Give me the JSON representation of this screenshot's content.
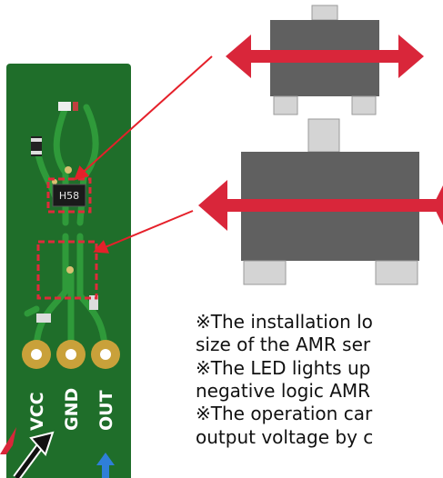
{
  "board": {
    "chip_marking": "H58",
    "pins": [
      "VCC",
      "GND",
      "OUT"
    ],
    "pcb_color": "#1f6e2a",
    "trace_color": "#2f9a3a",
    "pad_color": "#c9a13a"
  },
  "notes": [
    "※The installation lo",
    "size of the AMR ser",
    "※The LED lights up",
    "negative logic AMR",
    "※The operation car",
    "output voltage by c"
  ],
  "colors": {
    "arrow": "#d9263a",
    "package_body": "#606060",
    "package_lead": "#d4d4d4",
    "callout_line": "#e5202a",
    "highlight_box": "#e02a3a"
  },
  "icons": [
    "double-headed-arrow-icon",
    "pointer-arrow-icon",
    "blue-arrow-icon"
  ]
}
